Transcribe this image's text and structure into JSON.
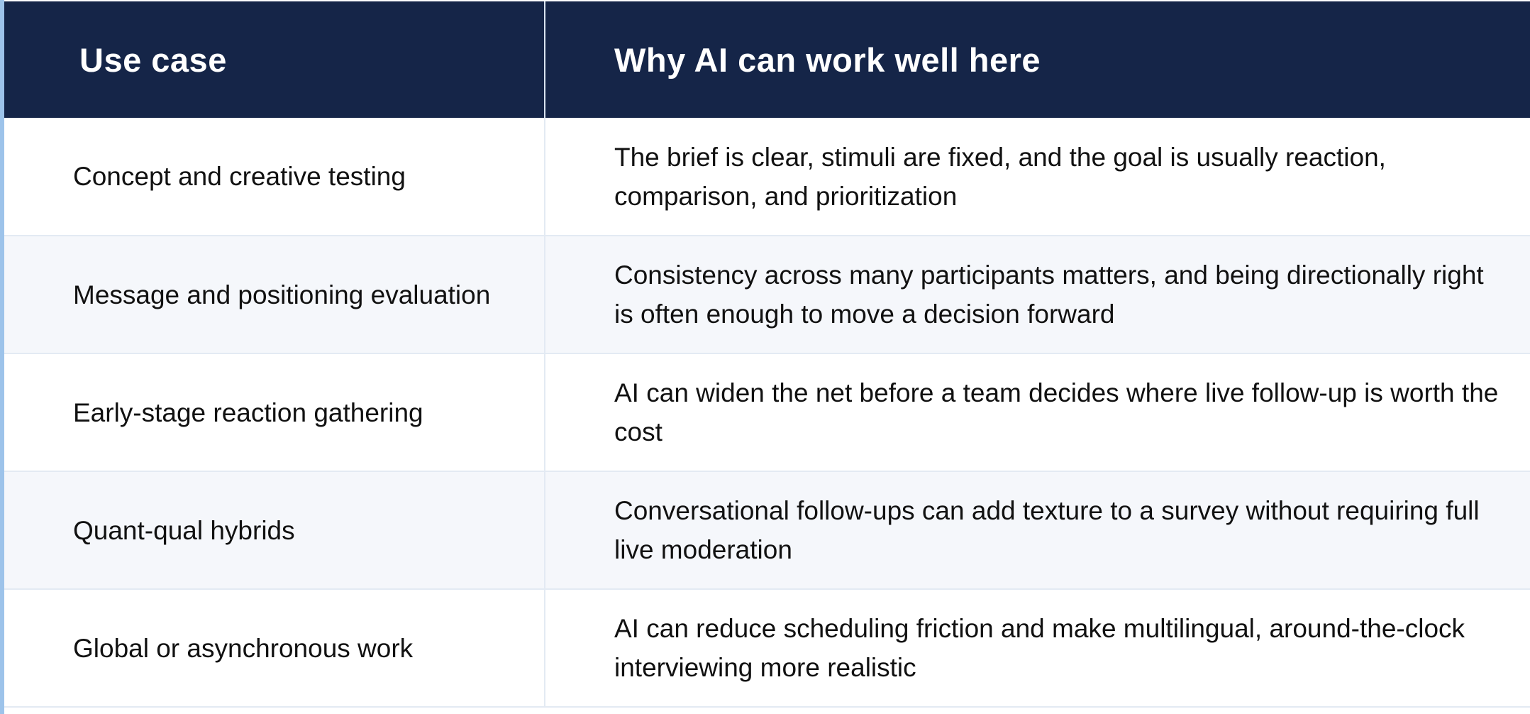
{
  "table": {
    "headers": {
      "use_case": "Use case",
      "why": "Why AI can work well here"
    },
    "rows": [
      {
        "use_case": "Concept and creative testing",
        "why": "The brief is clear, stimuli are fixed, and the goal is usually reaction, comparison, and prioritization"
      },
      {
        "use_case": "Message and positioning evaluation",
        "why": "Consistency across many participants matters, and being directionally right is often enough to move a decision forward"
      },
      {
        "use_case": "Early-stage reaction gathering",
        "why": "AI can widen the net before a team decides where live follow-up is worth the cost"
      },
      {
        "use_case": "Quant-qual hybrids",
        "why": "Conversational follow-ups can add texture to a survey without requiring full live moderation"
      },
      {
        "use_case": "Global or asynchronous work",
        "why": "AI can reduce scheduling friction and make multilingual, around-the-clock interviewing more realistic"
      }
    ]
  },
  "colors": {
    "header_bg": "#152548",
    "header_text": "#ffffff",
    "row_alt_bg": "#f5f7fb",
    "accent": "#9dc3ea"
  }
}
